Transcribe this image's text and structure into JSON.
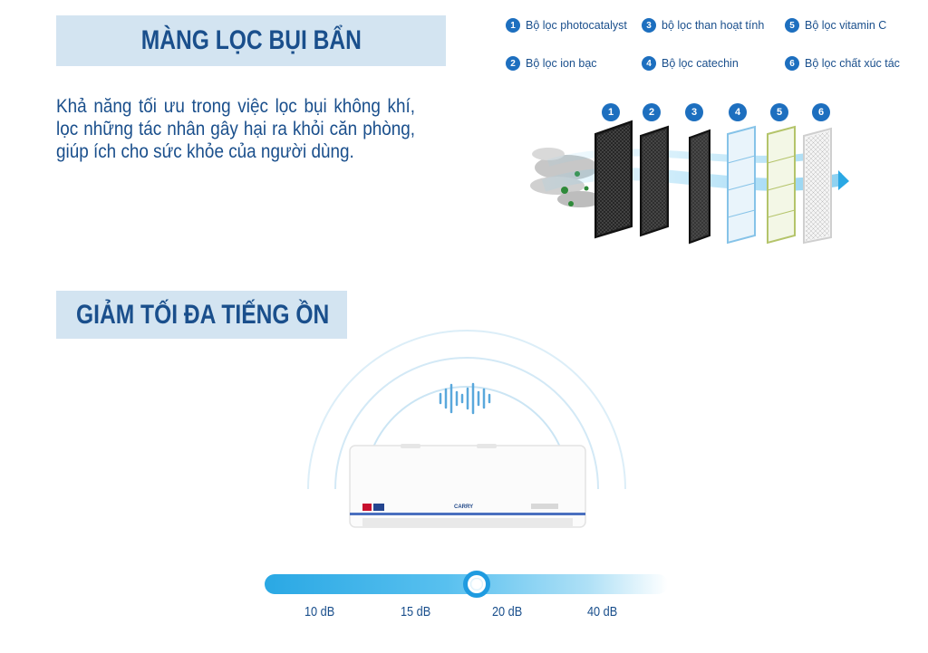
{
  "filter_section": {
    "title": "MÀNG LỌC BỤI BẨN",
    "description": "Khả năng tối ưu trong việc lọc bụi không khí, lọc những tác nhân gây hại ra khỏi căn phòng, giúp ích cho sức khỏe của người dùng.",
    "legend": [
      {
        "num": "1",
        "label": "Bộ lọc photocatalyst"
      },
      {
        "num": "2",
        "label": "Bộ lọc ion bạc"
      },
      {
        "num": "3",
        "label": "bộ lọc than hoạt tính"
      },
      {
        "num": "4",
        "label": "Bộ lọc catechin"
      },
      {
        "num": "5",
        "label": "Bộ lọc vitamin C"
      },
      {
        "num": "6",
        "label": "Bộ lọc chất xúc tác"
      }
    ],
    "layer_numbers": [
      "1",
      "2",
      "3",
      "4",
      "5",
      "6"
    ]
  },
  "noise_section": {
    "title": "GIẢM TỐI ĐA TIẾNG ỒN",
    "unit_brand": "CARRY",
    "slider": {
      "labels": [
        "10 dB",
        "15 dB",
        "20 dB",
        "40 dB"
      ],
      "selected": "20 dB"
    }
  },
  "colors": {
    "heading_bg": "#d3e4f1",
    "heading_text": "#1a4f8c",
    "badge": "#1d6fbf",
    "accent_blue": "#2aa8e4"
  }
}
